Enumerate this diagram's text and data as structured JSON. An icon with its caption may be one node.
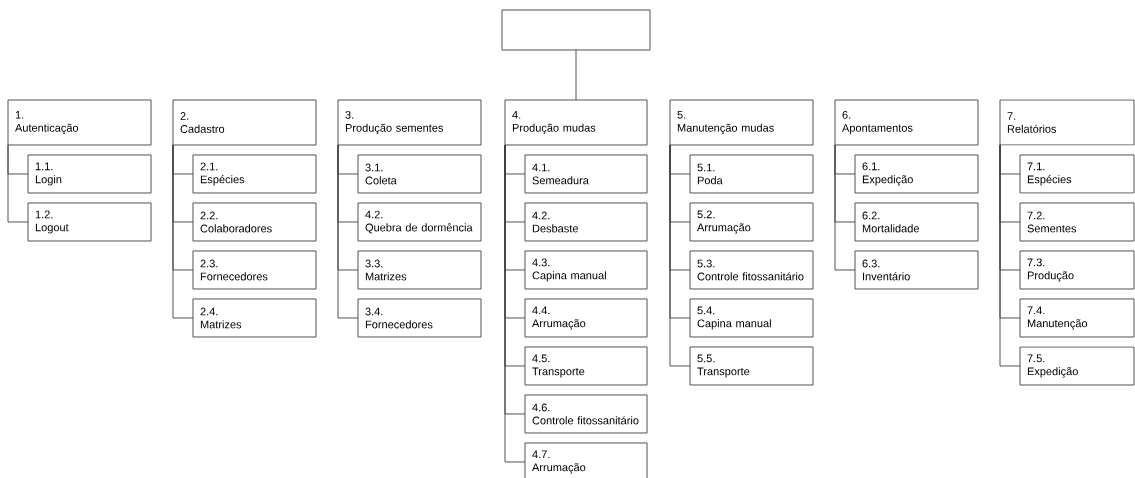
{
  "diagram": {
    "nodes": [
      {
        "text": [],
        "shape": "box"
      },
      {
        "text": [
          "1.",
          "Autenticação"
        ]
      },
      {
        "text": [
          "1.1.",
          "Login"
        ]
      },
      {
        "text": [
          "1.2.",
          "Logout"
        ]
      },
      {
        "text": [
          "2.",
          "Cadastro"
        ]
      },
      {
        "text": [
          "2.1.",
          "Espécies"
        ]
      },
      {
        "text": [
          "2.2.",
          "Colaboradores"
        ]
      },
      {
        "text": [
          "2.3.",
          "Fornecedores"
        ]
      },
      {
        "text": [
          "2.4.",
          "Matrizes"
        ]
      },
      {
        "text": [
          "3.",
          "Produção sementes"
        ]
      },
      {
        "text": [
          "3.1.",
          "Coleta"
        ]
      },
      {
        "text": [
          "4.2.",
          "Quebra de dormência"
        ]
      },
      {
        "text": [
          "3.3.",
          "Matrizes"
        ]
      },
      {
        "text": [
          "3.4.",
          "Fornecedores"
        ]
      },
      {
        "text": [
          "4.",
          "Produção mudas"
        ]
      },
      {
        "text": [
          "4.1.",
          "Semeadura"
        ]
      },
      {
        "text": [
          "4.2.",
          "Desbaste"
        ]
      },
      {
        "text": [
          "4.3.",
          "Capina manual"
        ]
      },
      {
        "text": [
          "4.4.",
          "Arrumação"
        ]
      },
      {
        "text": [
          "4.5.",
          "Transporte"
        ]
      },
      {
        "text": [
          "4.6.",
          "Controle fitossanitário"
        ]
      },
      {
        "text": [
          "4.7.",
          "Arrumação"
        ]
      },
      {
        "text": [
          "5.",
          "Manutenção mudas"
        ]
      },
      {
        "text": [
          "5.1.",
          "Poda"
        ]
      },
      {
        "text": [
          "5.2.",
          "Arrumação"
        ]
      },
      {
        "text": [
          "5.3.",
          "Controle fitossanitário"
        ]
      },
      {
        "text": [
          "5.4.",
          "Capina manual"
        ]
      },
      {
        "text": [
          "5.5.",
          "Transporte"
        ]
      },
      {
        "text": [
          "6.",
          "Apontamentos"
        ]
      },
      {
        "text": [
          "6.1.",
          "Expedição"
        ]
      },
      {
        "text": [
          "6.2.",
          "Mortalidade"
        ]
      },
      {
        "text": [
          "6.3.",
          "Inventário"
        ]
      },
      {
        "text": [
          "7.",
          "Relatórios"
        ]
      },
      {
        "text": [
          "7.1.",
          "Espécies"
        ]
      },
      {
        "text": [
          "7.2.",
          "Sementes"
        ]
      },
      {
        "text": [
          "7.3.",
          "Produção"
        ]
      },
      {
        "text": [
          "7.4.",
          "Manutenção"
        ]
      },
      {
        "text": [
          "7.5.",
          "Expedição"
        ]
      }
    ],
    "edges": [
      {
        "from": 0,
        "to": 14,
        "arrow": "none"
      },
      {
        "from": 1,
        "to": 2,
        "arrow": "none"
      },
      {
        "from": 1,
        "to": 3,
        "arrow": "none"
      },
      {
        "from": 4,
        "to": 5,
        "arrow": "none"
      },
      {
        "from": 4,
        "to": 6,
        "arrow": "none"
      },
      {
        "from": 4,
        "to": 7,
        "arrow": "none"
      },
      {
        "from": 4,
        "to": 8,
        "arrow": "none"
      },
      {
        "from": 9,
        "to": 10,
        "arrow": "none"
      },
      {
        "from": 9,
        "to": 11,
        "arrow": "none"
      },
      {
        "from": 9,
        "to": 12,
        "arrow": "none"
      },
      {
        "from": 9,
        "to": 13,
        "arrow": "none"
      },
      {
        "from": 14,
        "to": 15,
        "arrow": "none"
      },
      {
        "from": 14,
        "to": 16,
        "arrow": "none"
      },
      {
        "from": 14,
        "to": 17,
        "arrow": "none"
      },
      {
        "from": 14,
        "to": 18,
        "arrow": "none"
      },
      {
        "from": 14,
        "to": 19,
        "arrow": "none"
      },
      {
        "from": 14,
        "to": 20,
        "arrow": "none"
      },
      {
        "from": 14,
        "to": 21,
        "arrow": "none"
      },
      {
        "from": 22,
        "to": 23,
        "arrow": "none"
      },
      {
        "from": 22,
        "to": 24,
        "arrow": "none"
      },
      {
        "from": 22,
        "to": 25,
        "arrow": "none"
      },
      {
        "from": 22,
        "to": 26,
        "arrow": "none"
      },
      {
        "from": 22,
        "to": 27,
        "arrow": "none"
      },
      {
        "from": 28,
        "to": 29,
        "arrow": "none"
      },
      {
        "from": 28,
        "to": 30,
        "arrow": "none"
      },
      {
        "from": 28,
        "to": 31,
        "arrow": "none"
      },
      {
        "from": 32,
        "to": 33,
        "arrow": "none"
      },
      {
        "from": 32,
        "to": 34,
        "arrow": "none"
      },
      {
        "from": 32,
        "to": 35,
        "arrow": "none"
      },
      {
        "from": 32,
        "to": 36,
        "arrow": "none"
      },
      {
        "from": 32,
        "to": 37,
        "arrow": "none"
      }
    ]
  }
}
